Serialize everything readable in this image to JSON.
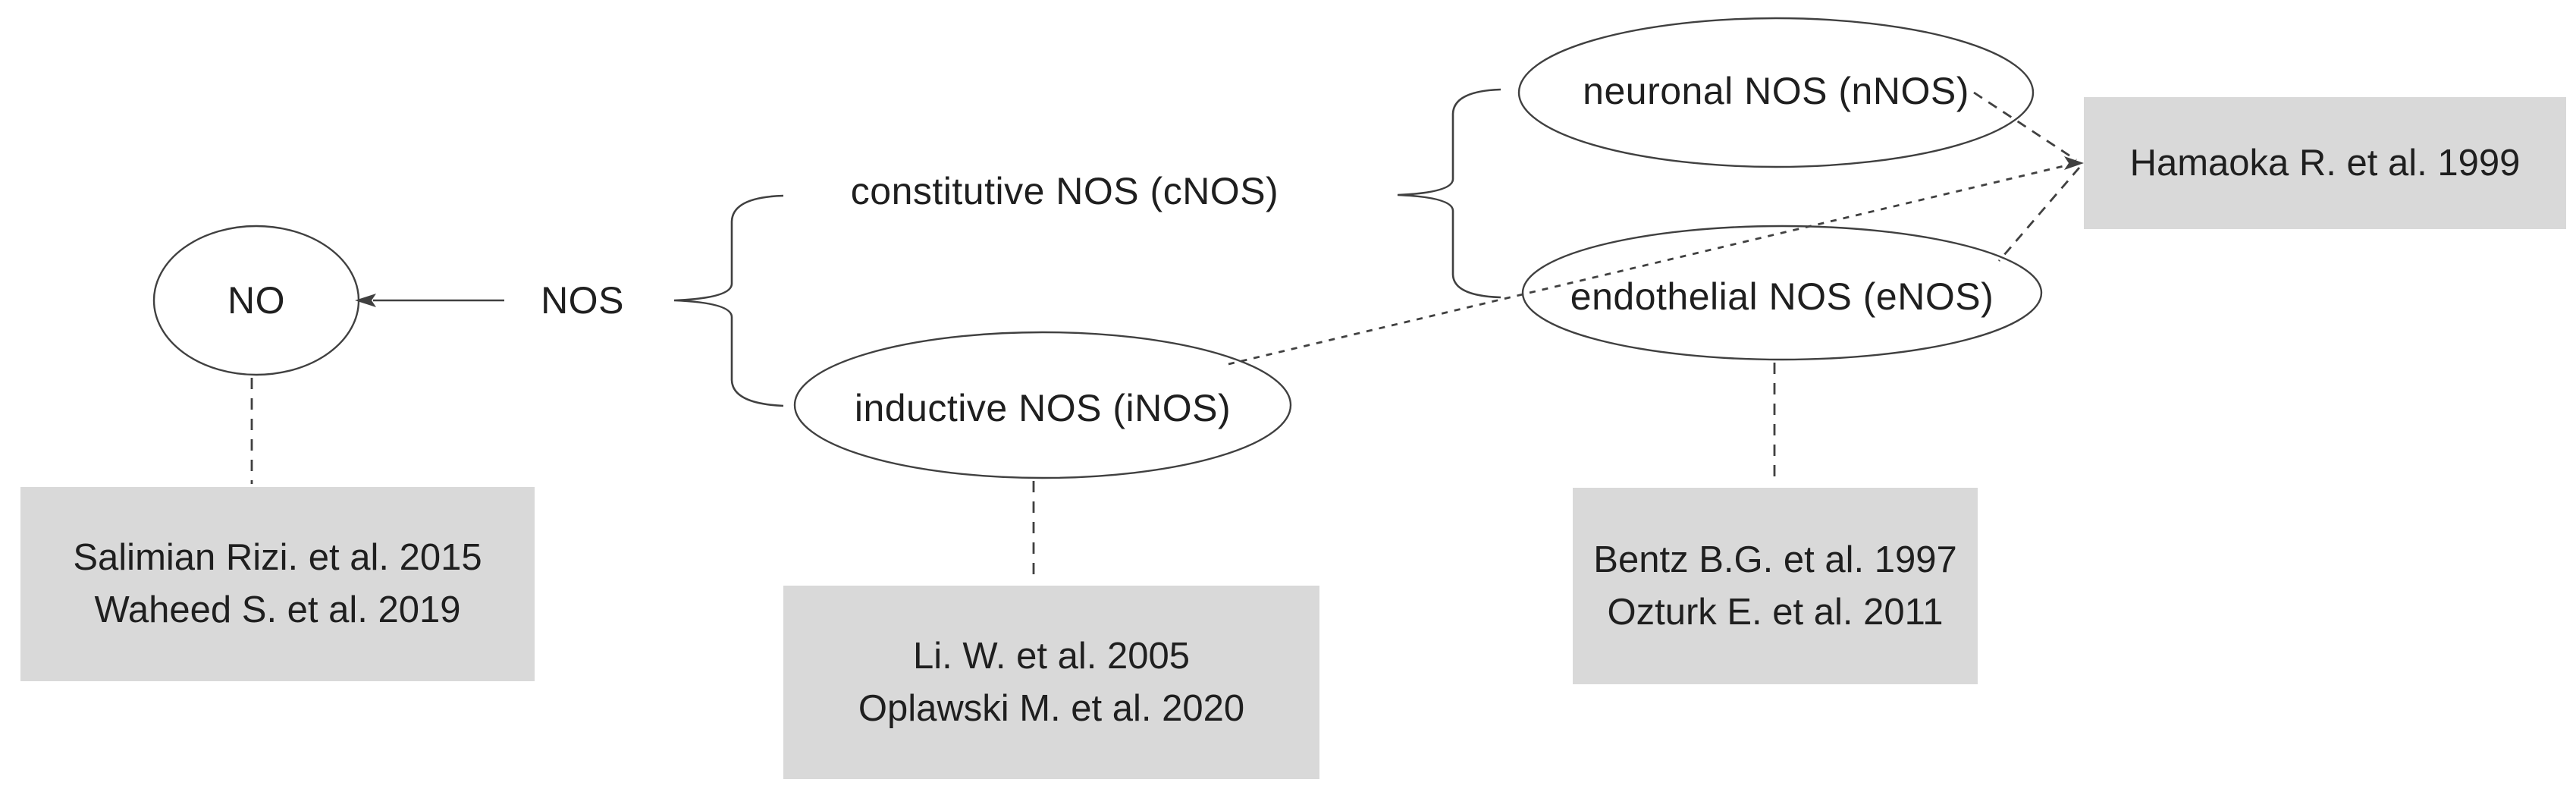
{
  "diagram": {
    "title": "NO / NOS classification diagram with literature references",
    "colors": {
      "background": "#ffffff",
      "box_fill": "#d9d9d9",
      "stroke": "#404040",
      "text": "#1f1f1f"
    },
    "nodes": {
      "no": {
        "label": "NO",
        "shape": "ellipse"
      },
      "nos": {
        "label": "NOS",
        "shape": "text"
      },
      "cnos": {
        "label": "constitutive NOS (cNOS)",
        "shape": "text"
      },
      "inos": {
        "label": "inductive NOS (iNOS)",
        "shape": "ellipse"
      },
      "nnos": {
        "label": "neuronal NOS (nNOS)",
        "shape": "ellipse"
      },
      "enos": {
        "label": "endothelial NOS (eNOS)",
        "shape": "ellipse"
      }
    },
    "reference_boxes": {
      "no_refs": {
        "lines": [
          "Salimian Rizi. et al. 2015",
          "Waheed S. et al. 2019"
        ]
      },
      "inos_refs": {
        "lines": [
          "Li. W. et al. 2005",
          "Oplawski M. et al. 2020"
        ]
      },
      "enos_refs": {
        "lines": [
          "Bentz B.G. et al. 1997",
          "Ozturk E. et al. 2011"
        ]
      },
      "cnos_refs": {
        "lines": [
          "Hamaoka R. et al. 1999"
        ]
      }
    },
    "relations": [
      "NOS -> NO (solid arrow)",
      "NOS -> {constitutive NOS (cNOS), inductive NOS (iNOS)} (brace)",
      "constitutive NOS (cNOS) -> {neuronal NOS (nNOS), endothelial NOS (eNOS)} (brace)",
      "nNOS --> Hamaoka R. et al. 1999 (dashed)",
      "iNOS --> Hamaoka R. et al. 1999 (dashed)",
      "eNOS --> Hamaoka R. et al. 1999 (dashed)",
      "NO --> Salimian Rizi/Waheed box (dashed)",
      "iNOS --> Li/Oplawski box (dashed)",
      "eNOS --> Bentz/Ozturk box (dashed)"
    ]
  }
}
